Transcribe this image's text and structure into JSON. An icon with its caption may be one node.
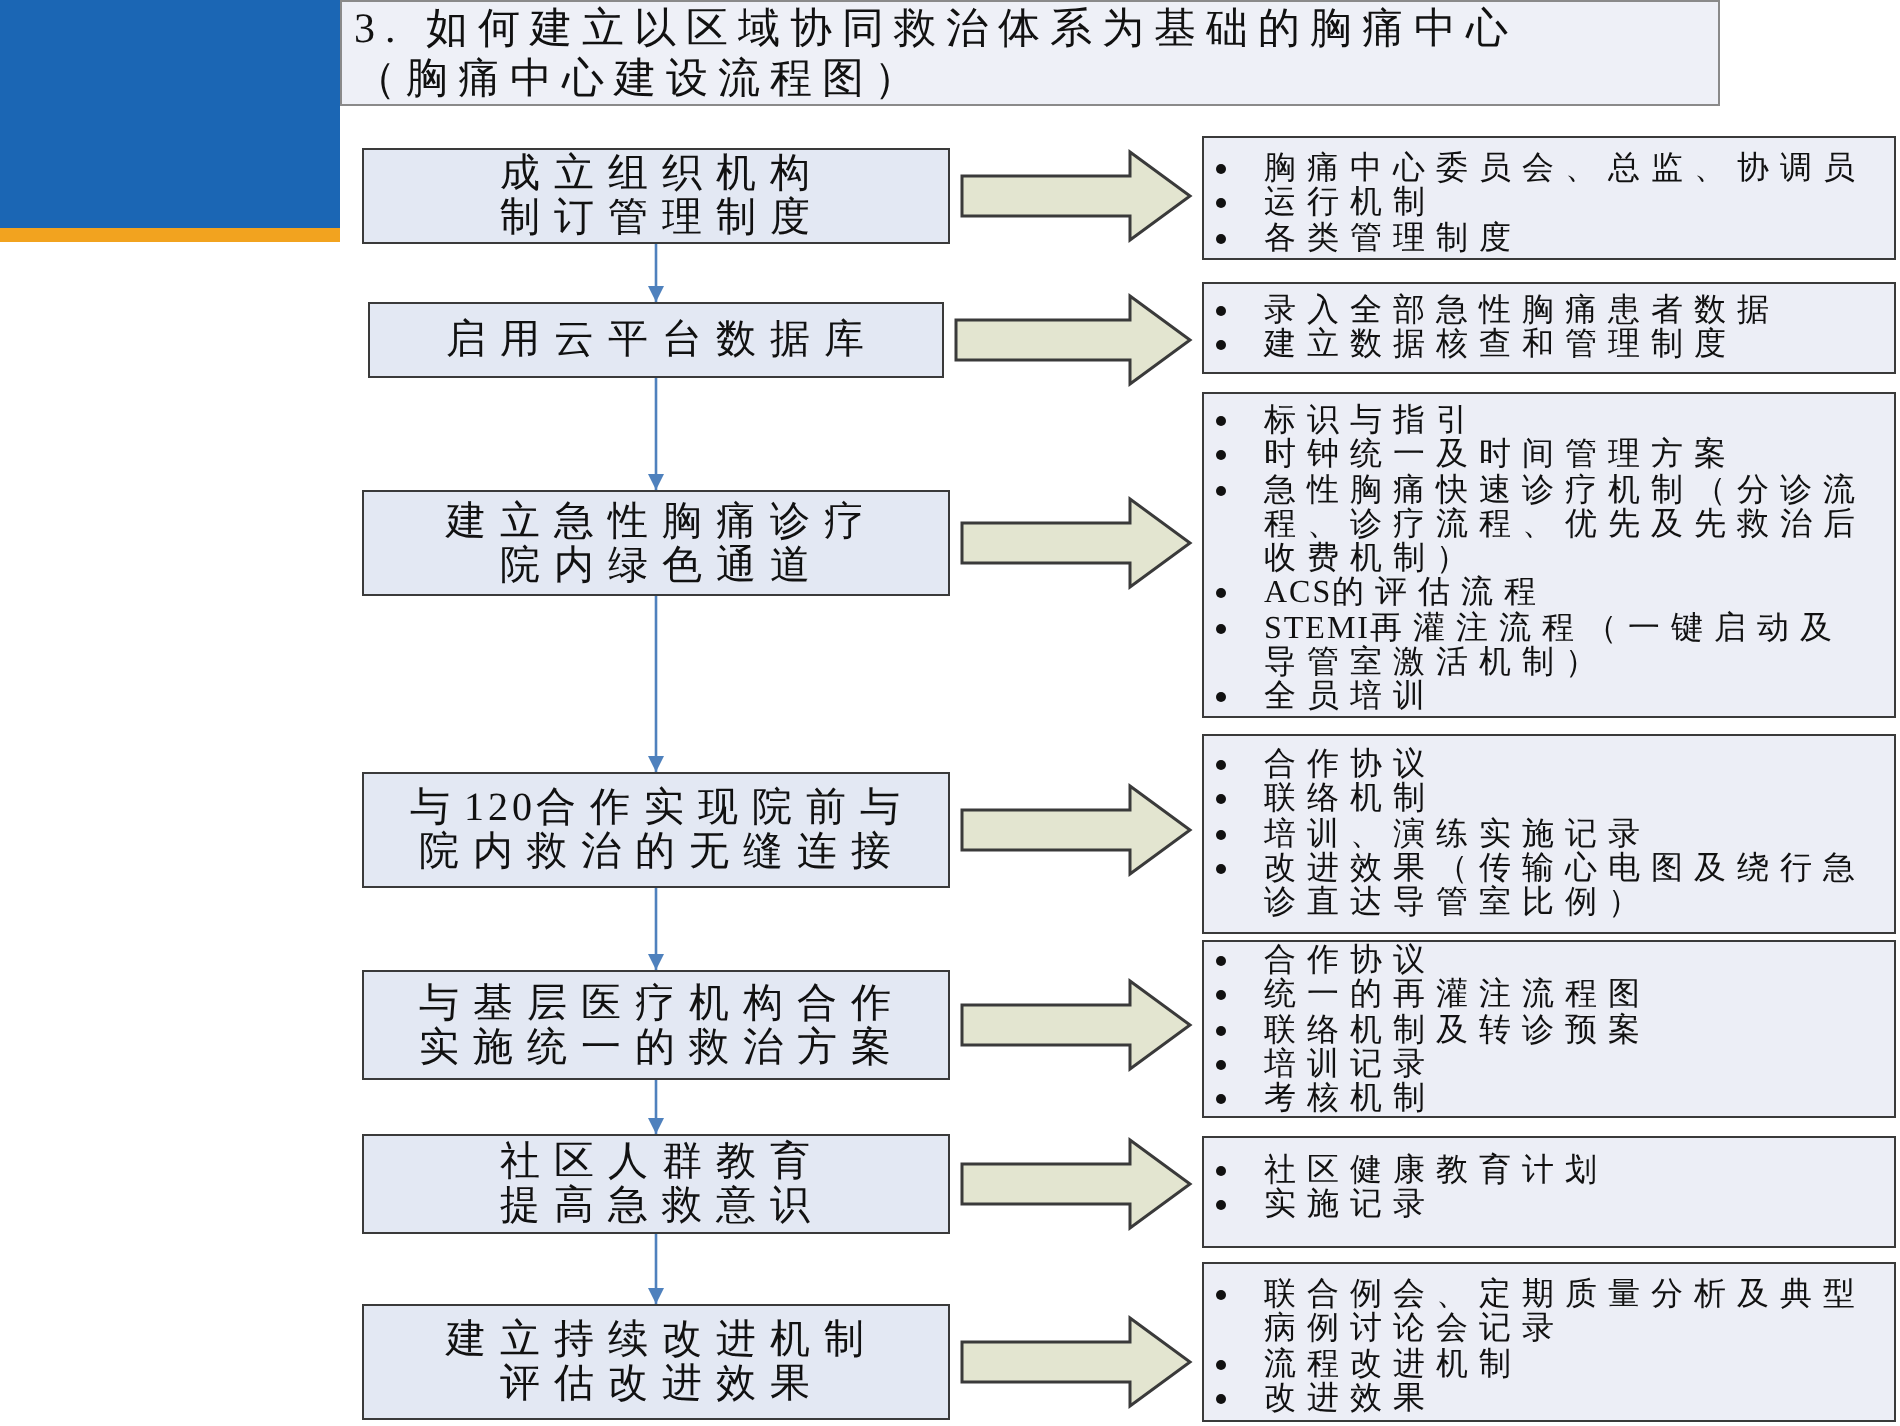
{
  "diagram": {
    "title": "3. 如何建立以区域协同救治体系为基础的胸痛中心（胸痛中心建设流程图）",
    "nodes": [
      {
        "text": [
          "成立组织机构制订管理制度"
        ]
      },
      {
        "text": [
          "胸痛中心委员会、总监、协调员",
          "运行机制",
          "各类管理制度"
        ]
      },
      {
        "text": [
          "启用云平台数据库"
        ]
      },
      {
        "text": [
          "录入全部急性胸痛患者数据",
          "建立数据核查和管理制度"
        ]
      },
      {
        "text": [
          "建立急性胸痛诊疗院内绿色通道"
        ]
      },
      {
        "text": [
          "标识与指引",
          "时钟统一及时间管理方案",
          "急性胸痛快速诊疗机制（分诊流程、诊疗流程、优先及先救治后收费机制）",
          "ACS的评估流程",
          "STEMI再灌注流程（一键启动及导管室激活机制）",
          "全员培训"
        ]
      },
      {
        "text": [
          "与120合作实现院前与院内救治的无缝连接"
        ]
      },
      {
        "text": [
          "合作协议",
          "联络机制",
          "培训、演练实施记录",
          "改进效果（传输心电图及绕行急诊直达导管室比例）"
        ]
      },
      {
        "text": [
          "与基层医疗机构合作实施统一的救治方案"
        ]
      },
      {
        "text": [
          "合作协议",
          "统一的再灌注流程图",
          "联络机制及转诊预案",
          "培训记录",
          "考核机制"
        ]
      },
      {
        "text": [
          "社区人群教育提高急救意识"
        ]
      },
      {
        "text": [
          "社区健康教育计划",
          "实施记录"
        ]
      },
      {
        "text": [
          "建立持续改进机制评估改进效果"
        ]
      },
      {
        "text": [
          "联合例会、定期质量分析及典型病例讨论会记录",
          "流程改进机制",
          "改进效果"
        ]
      }
    ],
    "edges": [
      {
        "from": 0,
        "to": 2,
        "arrow": "to",
        "color": "#4f81bd"
      },
      {
        "from": 2,
        "to": 4,
        "arrow": "to",
        "color": "#4f81bd"
      },
      {
        "from": 4,
        "to": 6,
        "arrow": "to",
        "color": "#4f81bd"
      },
      {
        "from": 6,
        "to": 8,
        "arrow": "to",
        "color": "#4f81bd"
      },
      {
        "from": 8,
        "to": 10,
        "arrow": "to",
        "color": "#4f81bd"
      },
      {
        "from": 10,
        "to": 12,
        "arrow": "to",
        "color": "#4f81bd"
      },
      {
        "from": 0,
        "to": 1,
        "arrow": "to",
        "style": "thick"
      },
      {
        "from": 2,
        "to": 3,
        "arrow": "to",
        "style": "thick"
      },
      {
        "from": 4,
        "to": 5,
        "arrow": "to",
        "style": "thick"
      },
      {
        "from": 6,
        "to": 7,
        "arrow": "to",
        "style": "thick"
      },
      {
        "from": 8,
        "to": 9,
        "arrow": "to",
        "style": "thick"
      },
      {
        "from": 10,
        "to": 11,
        "arrow": "to",
        "style": "thick"
      },
      {
        "from": 12,
        "to": 13,
        "arrow": "to",
        "style": "thick"
      }
    ]
  }
}
